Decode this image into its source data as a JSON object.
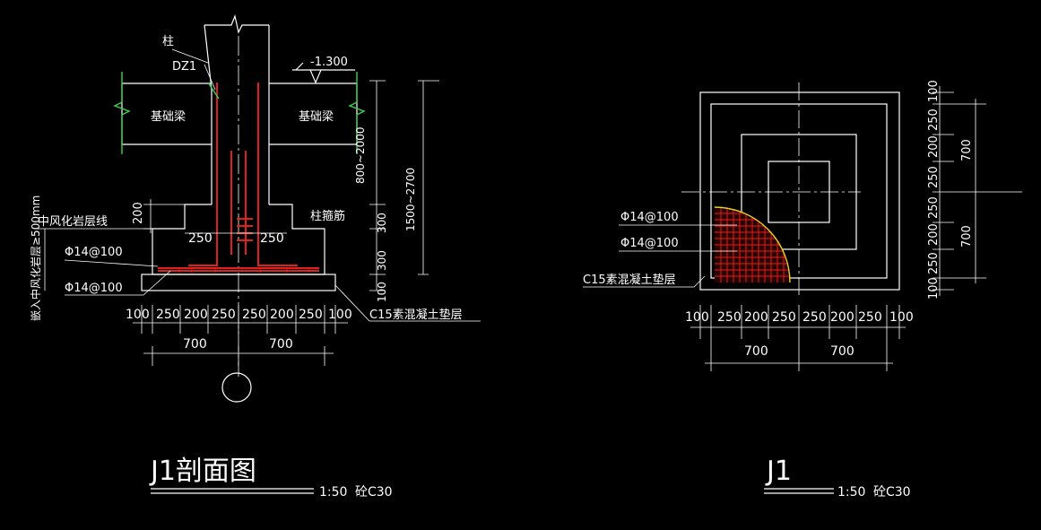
{
  "colors": {
    "background": "#000000",
    "line": "#ffffff",
    "rebar": "#e0201c",
    "grid_edge": "#e8d020",
    "dowel": "#3ad44a"
  },
  "section": {
    "title": "J1剖面图",
    "scale": "1:50",
    "concrete": "砼C30",
    "labels": {
      "column": "柱",
      "dowel": "DZ1",
      "elevation": "-1.300",
      "beam_left": "基础梁",
      "beam_right": "基础梁",
      "rock_line": "中风化岩层线",
      "embed": "嵌入中风化岩层≥500mm",
      "stirrup": "柱箍筋",
      "rebar_top": "Φ14@100",
      "rebar_bottom": "Φ14@100",
      "cushion": "C15素混凝土垫层"
    },
    "dims": {
      "step200": "200",
      "step250_left": "250",
      "step250_right": "250",
      "v300_top": "300",
      "v300_bottom": "300",
      "v100": "100",
      "v800": "800~2000",
      "v1500": "1500~2700",
      "bottom_row": [
        "100",
        "250",
        "200",
        "250",
        "250",
        "200",
        "250",
        "100"
      ],
      "bottom_700": [
        "700",
        "700"
      ]
    }
  },
  "plan": {
    "title": "J1",
    "scale": "1:50",
    "concrete": "砼C30",
    "labels": {
      "rebar_a": "Φ14@100",
      "rebar_b": "Φ14@100",
      "cushion": "C15素混凝土垫层"
    },
    "dims": {
      "right_col": [
        "100",
        "250",
        "200",
        "250",
        "250",
        "200",
        "250",
        "100"
      ],
      "right_700": [
        "700",
        "700"
      ],
      "bottom_row": [
        "100",
        "250",
        "200",
        "250",
        "250",
        "200",
        "250",
        "100"
      ],
      "bottom_700": [
        "700",
        "700"
      ]
    }
  }
}
